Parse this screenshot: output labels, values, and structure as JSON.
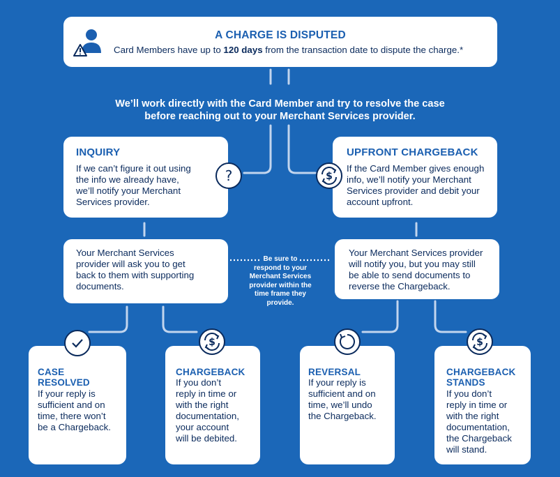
{
  "header": {
    "title": "A CHARGE IS DISPUTED",
    "text_before": "Card Members have up to ",
    "text_bold": "120 days",
    "text_after": " from the transaction date to dispute the charge.*"
  },
  "intro": {
    "line1": "We’ll work directly with the Card Member and try to resolve the case",
    "line2": "before reaching out to your Merchant Services provider."
  },
  "inquiry": {
    "title": "INQUIRY",
    "lines": [
      "If we can’t figure it out using",
      "the info we already have,",
      "we’ll notify your Merchant",
      "Services provider."
    ]
  },
  "upfront": {
    "title": "UPFRONT CHARGEBACK",
    "lines": [
      "If the Card Member gives enough",
      "info, we’ll notify your Merchant",
      "Services provider and debit your",
      "account upfront."
    ]
  },
  "left_middle": {
    "lines": [
      "Your Merchant Services",
      "provider will ask you to get",
      "back to them with supporting",
      "documents."
    ]
  },
  "right_middle": {
    "lines": [
      "Your Merchant Services provider",
      "will notify you, but you may still",
      "be able to send documents to",
      "reverse the Chargeback."
    ]
  },
  "note": {
    "lines": [
      "Be sure to",
      "respond to your",
      "Merchant Services",
      "provider within the",
      "time frame they",
      "provide."
    ]
  },
  "case_resolved": {
    "title_lines": [
      "CASE",
      "RESOLVED"
    ],
    "lines": [
      "If your reply is",
      "sufficient and on",
      "time, there won’t",
      "be a Chargeback."
    ]
  },
  "chargeback": {
    "title_lines": [
      "CHARGEBACK"
    ],
    "lines": [
      "If you don’t",
      "reply in time or",
      "with the right",
      "documentation,",
      "your account",
      "will be debited."
    ]
  },
  "reversal": {
    "title_lines": [
      "REVERSAL"
    ],
    "lines": [
      "If your reply is",
      "sufficient and on",
      "time, we’ll undo",
      "the Chargeback."
    ]
  },
  "chargeback_stands": {
    "title_lines": [
      "CHARGEBACK",
      "STANDS"
    ],
    "lines": [
      "If you don’t",
      "reply in time or",
      "with the right",
      "documentation,",
      "the Chargeback",
      "will stand."
    ]
  },
  "colors": {
    "background": "#1b67b8",
    "title_blue": "#1b5fb0",
    "text_navy": "#0a2a5c",
    "line": "#b9cde8"
  }
}
